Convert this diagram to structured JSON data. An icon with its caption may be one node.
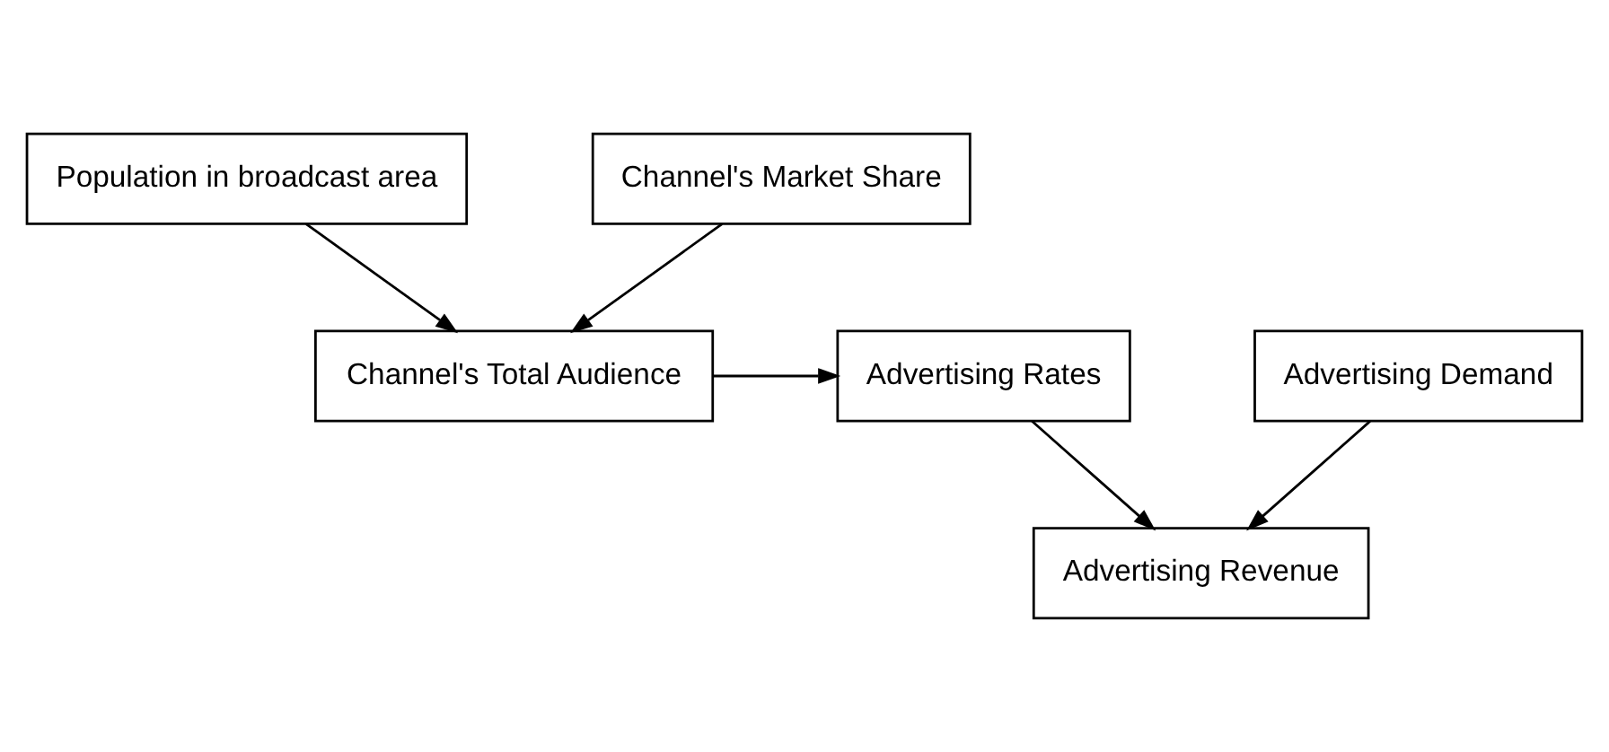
{
  "diagram": {
    "nodes": [
      {
        "text": [
          "Population in broadcast area"
        ]
      },
      {
        "text": [
          "Channel's Market Share"
        ]
      },
      {
        "text": [
          "Channel's Total Audience"
        ]
      },
      {
        "text": [
          "Advertising Rates"
        ]
      },
      {
        "text": [
          "Advertising Demand"
        ]
      },
      {
        "text": [
          "Advertising Revenue"
        ]
      }
    ],
    "edges": [
      {
        "from": 0,
        "to": 2,
        "arrow": "to"
      },
      {
        "from": 1,
        "to": 2,
        "arrow": "to"
      },
      {
        "from": 2,
        "to": 3,
        "arrow": "to"
      },
      {
        "from": 3,
        "to": 5,
        "arrow": "to"
      },
      {
        "from": 4,
        "to": 5,
        "arrow": "to"
      }
    ]
  }
}
